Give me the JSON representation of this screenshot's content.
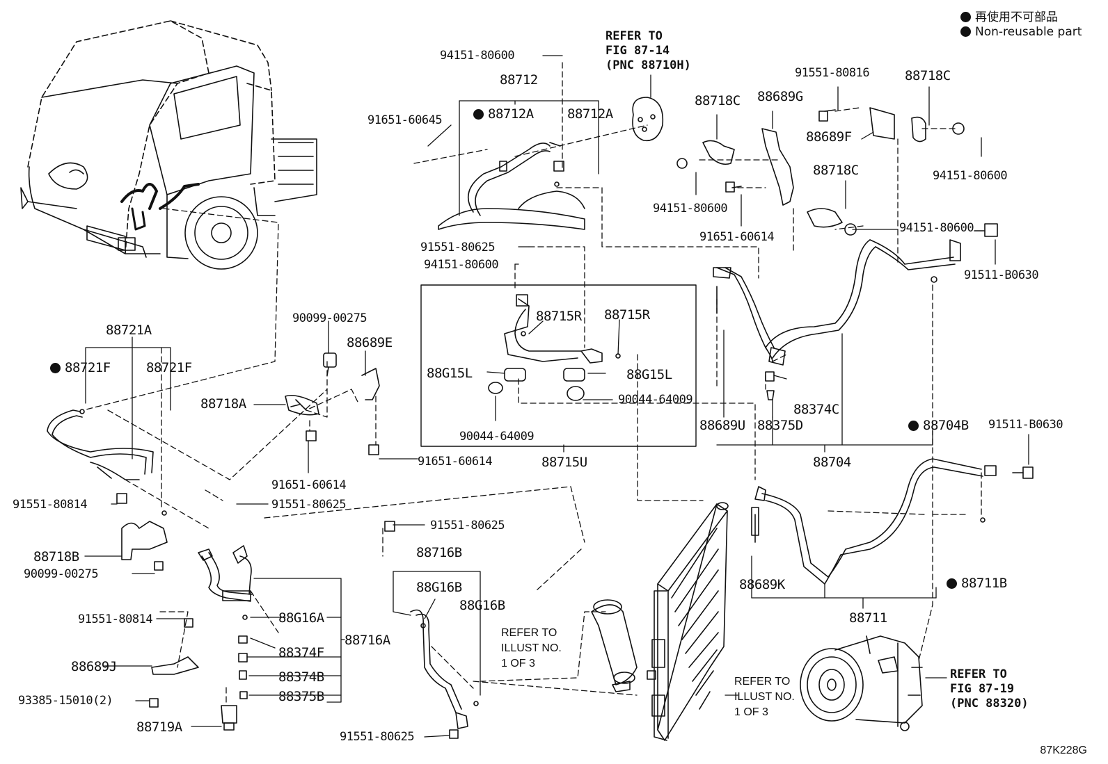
{
  "legend": [
    {
      "text": "再使用不可部品"
    },
    {
      "text": "Non-reusable part"
    }
  ],
  "drawing_code": "87K228G",
  "references": {
    "fig_87_14": "REFER TO\nFIG 87-14\n(PNC 88710H)",
    "fig_87_19": "REFER TO\nFIG 87-19\n(PNC 88320)",
    "illust_1": "REFER TO\nILLUST NO.\n1 OF 3",
    "illust_2": "REFER TO\nILLUST NO.\n1 OF 3"
  },
  "parts": {
    "p94151_80600_a": "94151-80600",
    "p88712": "88712",
    "p88712A_np": "88712A",
    "p88712A": "88712A",
    "p91651_60645": "91651-60645",
    "p91551_80816": "91551-80816",
    "p88718C_a": "88718C",
    "p88718C_b": "88718C",
    "p88718C_c": "88718C",
    "p88689G": "88689G",
    "p88689F": "88689F",
    "p94151_80600_b": "94151-80600",
    "p94151_80600_c": "94151-80600",
    "p91651_60614_a": "91651-60614",
    "p94151_80600_d": "94151-80600",
    "p91511_B0630_a": "91511-B0630",
    "p91551_80625_a": "91551-80625",
    "p94151_80600_e": "94151-80600",
    "p88715R_a": "88715R",
    "p88715R_b": "88715R",
    "p88G15L_a": "88G15L",
    "p88G15L_b": "88G15L",
    "p90044_64009_a": "90044-64009",
    "p90044_64009_b": "90044-64009",
    "p88715U": "88715U",
    "p90099_00275_a": "90099-00275",
    "p88689E": "88689E",
    "p88718A": "88718A",
    "p91651_60614_b": "91651-60614",
    "p91651_60614_c": "91651-60614",
    "p88721A": "88721A",
    "p88721F_np": "88721F",
    "p88721F": "88721F",
    "p88374C": "88374C",
    "p88689U": "88689U",
    "p88375D": "88375D",
    "p88704": "88704",
    "p88704B_np": "88704B",
    "p91511_B0630_b": "91511-B0630",
    "p91551_80814_a": "91551-80814",
    "p91551_80625_b": "91551-80625",
    "p88718B": "88718B",
    "p90099_00275_b": "90099-00275",
    "p91551_80625_c": "91551-80625",
    "p88716B": "88716B",
    "p88G16B_a": "88G16B",
    "p88G16B_b": "88G16B",
    "p88G16A": "88G16A",
    "p91551_80814_b": "91551-80814",
    "p88374F": "88374F",
    "p88716A": "88716A",
    "p88689J": "88689J",
    "p88374B": "88374B",
    "p93385_15010": "93385-15010(2)",
    "p88375B": "88375B",
    "p88719A": "88719A",
    "p91551_80625_d": "91551-80625",
    "p88689K": "88689K",
    "p88711": "88711",
    "p88711B_np": "88711B"
  }
}
